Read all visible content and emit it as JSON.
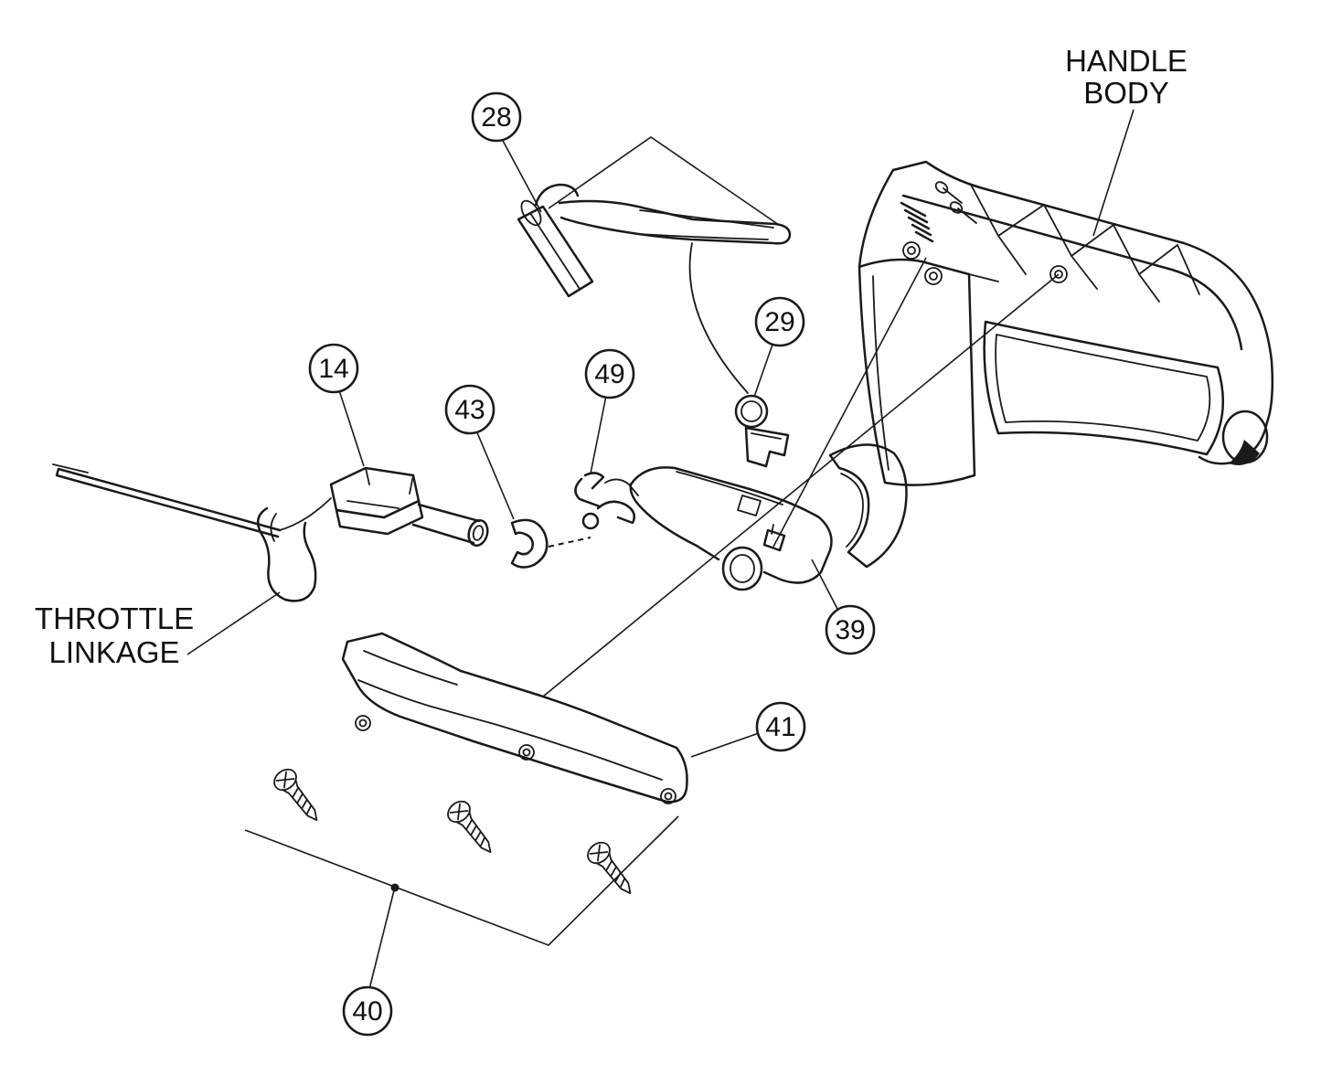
{
  "figure": {
    "background_color": "#ffffff",
    "line_color": "#1a1a1a"
  },
  "labels": {
    "handle_body": [
      "HANDLE",
      "BODY"
    ],
    "throttle_linkage": [
      "THROTTLE",
      "LINKAGE"
    ]
  },
  "callouts": [
    {
      "number": "28"
    },
    {
      "number": "29"
    },
    {
      "number": "14"
    },
    {
      "number": "43"
    },
    {
      "number": "49"
    },
    {
      "number": "39"
    },
    {
      "number": "41"
    },
    {
      "number": "40"
    }
  ]
}
